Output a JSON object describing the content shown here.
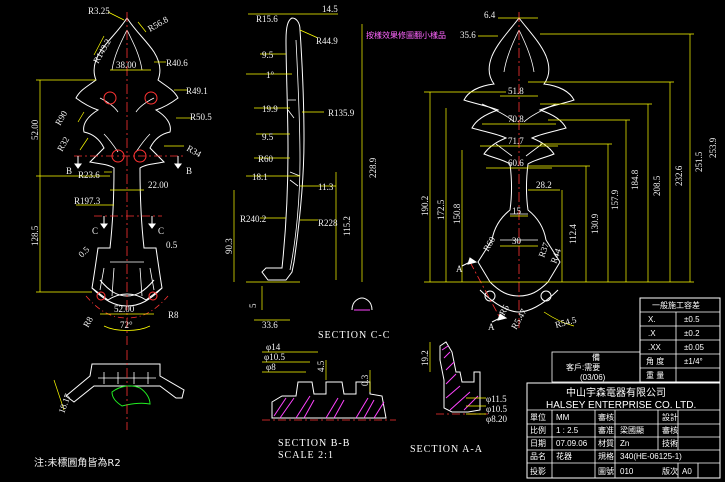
{
  "colors": {
    "background": "#000000",
    "outline": "#ffffff",
    "dimension": "#ffff00",
    "center_line": "#ff3333",
    "hatch": "#ff44ff",
    "hidden": "#ff3333",
    "green": "#22ee22",
    "magenta_note": "#ff66ff"
  },
  "front_view": {
    "dims": [
      "R3.25",
      "R56.8",
      "R143.2",
      "38.00",
      "R40.6",
      "R49.1",
      "R50.5",
      "R90",
      "52.00",
      "R32",
      "R34",
      "R23.6",
      "R197.3",
      "22.00",
      "128.5",
      "0.5",
      "0.5",
      "52.00",
      "72°",
      "R8",
      "R8"
    ],
    "section_marks": [
      "B",
      "B",
      "C",
      "C"
    ]
  },
  "side_view": {
    "dims": [
      "R15.6",
      "14.5",
      "R44.9",
      "9.5",
      "1°",
      "19.9",
      "R135.9",
      "9.5",
      "R60",
      "18.1",
      "11.3",
      "228.9",
      "R240.2",
      "R228",
      "115.2",
      "90.3",
      "33.6",
      "5"
    ]
  },
  "right_view": {
    "note": "按樣效果修圖翻小樣品",
    "dims": [
      "6.4",
      "35.6",
      "51.8",
      "70.8",
      "71.7",
      "60.6",
      "28.2",
      "15",
      "30",
      "R37",
      "R44",
      "112.4",
      "130.9",
      "157.9",
      "184.8",
      "208.5",
      "232.6",
      "251.5",
      "253.9",
      "190.2",
      "172.5",
      "150.8",
      "R60",
      "R5",
      "R5.47",
      "R54.5"
    ],
    "section_marks": [
      "A",
      "A"
    ]
  },
  "sections": {
    "cc": {
      "title": "SECTION  C-C"
    },
    "bb": {
      "title": "SECTION  B-B",
      "scale": "SCALE    2:1",
      "dims": [
        "φ14",
        "φ10.5",
        "φ8",
        "4.5",
        "0.3"
      ]
    },
    "aa": {
      "title": "SECTION  A-A",
      "dims": [
        "19.2",
        "φ11.5",
        "φ10.5",
        "φ8.20"
      ]
    }
  },
  "bottom_left_view": {
    "dim": "18.17"
  },
  "note_text": "注:未標圓角皆為R2",
  "tolerance_table": {
    "header": "一般施工容差",
    "rows": [
      {
        "label": "X.",
        "value": "±0.5"
      },
      {
        "label": ".X",
        "value": "±0.2"
      },
      {
        "label": ".XX",
        "value": "±0.05"
      },
      {
        "label": "角 度",
        "value": "±1/4°"
      },
      {
        "label": "重 量",
        "value": ""
      }
    ]
  },
  "remarks": {
    "label": "備",
    "line1": "客戶:需要",
    "line2": "(03/06)"
  },
  "title_block": {
    "company_cn": "中山宇森電器有限公司",
    "company_en": "HALSEY ENTERPRISE CO. LTD.",
    "rows": [
      {
        "c1": "單位",
        "c2": "MM",
        "c3": "審核",
        "c4": "",
        "c5": "設計",
        "c6": ""
      },
      {
        "c1": "比例",
        "c2": "1 : 2.5",
        "c3": "審准",
        "c4": "梁國顯",
        "c5": "審核",
        "c6": ""
      },
      {
        "c1": "日期",
        "c2": "07.09.06",
        "c3": "材質",
        "c4": "Zn",
        "c5": "技術",
        "c6": ""
      },
      {
        "c1": "品名",
        "c2": "花器",
        "c3": "規格",
        "c4": "340(HE-06125-1)",
        "c5": "",
        "c6": ""
      },
      {
        "c1": "投影",
        "c2": "",
        "c3": "圖號",
        "c4": "010",
        "c5": "版次",
        "c6": "A0"
      }
    ]
  }
}
